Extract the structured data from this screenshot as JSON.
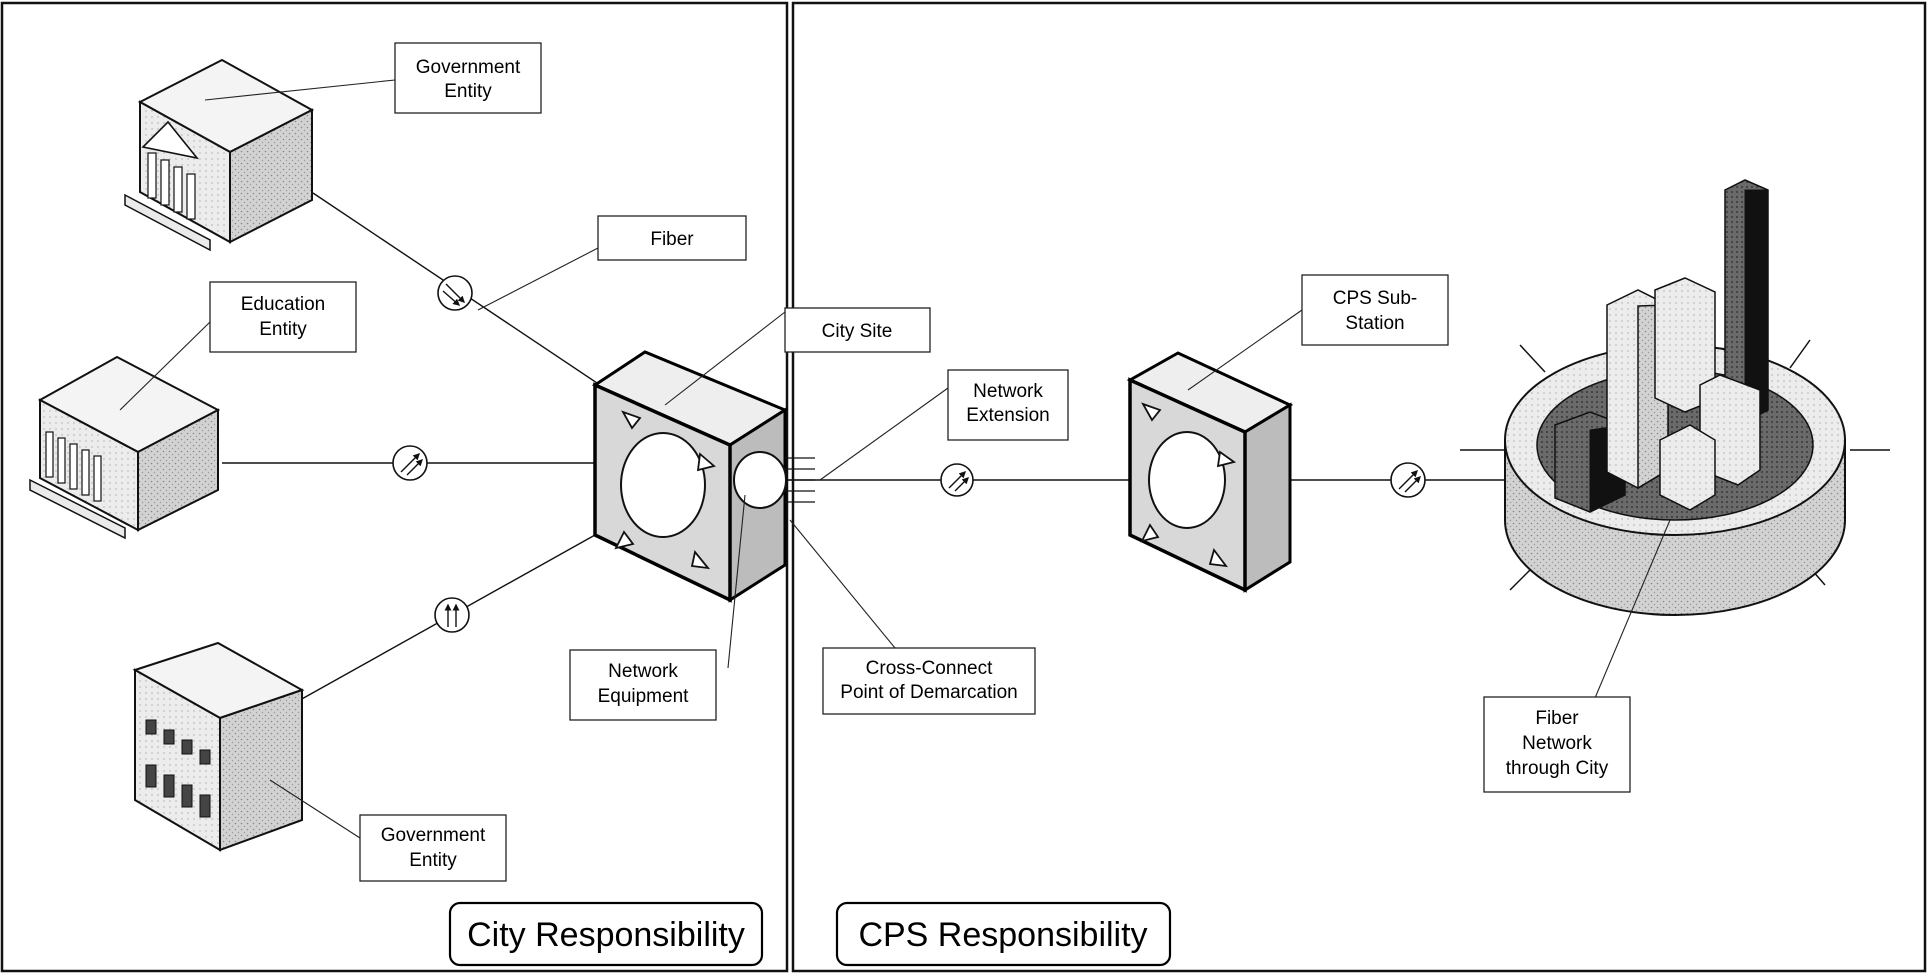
{
  "panels": {
    "city_responsibility": "City Responsibility",
    "cps_responsibility": "CPS Responsibility"
  },
  "labels": {
    "government_entity_top": [
      "Government",
      "Entity"
    ],
    "fiber": [
      "Fiber"
    ],
    "education_entity": [
      "Education",
      "Entity"
    ],
    "city_site": [
      "City Site"
    ],
    "network_extension": [
      "Network",
      "Extension"
    ],
    "cps_substation": [
      "CPS Sub-",
      "Station"
    ],
    "network_equipment": [
      "Network",
      "Equipment"
    ],
    "cross_connect": [
      "Cross-Connect",
      "Point of Demarcation"
    ],
    "government_entity_bottom": [
      "Government",
      "Entity"
    ],
    "fiber_network_city": [
      "Fiber",
      "Network",
      "through City"
    ]
  },
  "icons": {
    "fiber_marker": "fiber-arrows-icon",
    "switch": "network-switch-icon",
    "government_building": "government-building-icon",
    "education_building": "school-building-icon",
    "office_building": "office-building-icon",
    "city_ring": "city-skyline-ring-icon"
  },
  "colors": {
    "border": "#111111",
    "label_fill": "#ffffff",
    "shade": "#cccccc"
  }
}
